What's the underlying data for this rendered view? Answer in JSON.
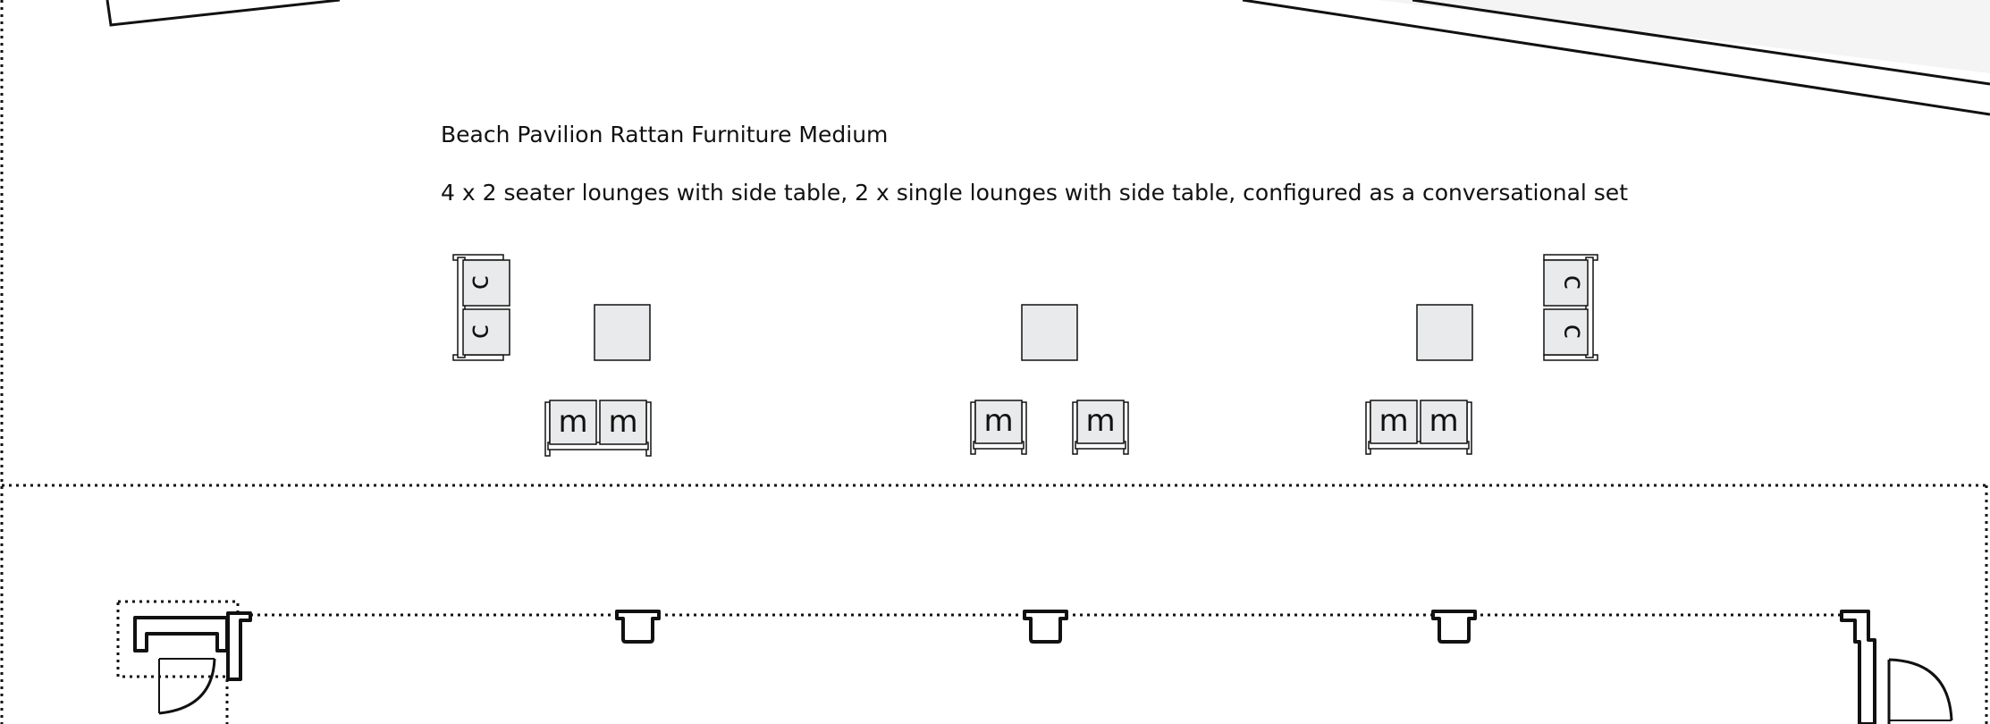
{
  "title": "Beach Pavilion Rattan Furniture Medium",
  "description": "4 x 2 seater lounges with side table, 2 x single lounges with side table, configured as a conversational set",
  "seat_letters": {
    "left_sofa": [
      "c",
      "c"
    ],
    "right_sofa": [
      "c",
      "c"
    ],
    "bottom_left_sofa": [
      "m",
      "m"
    ],
    "single_left": "m",
    "single_right": "m",
    "bottom_right_sofa": [
      "m",
      "m"
    ]
  },
  "colors": {
    "line": "#111111",
    "cushion_fill": "#e9eaeb",
    "roof_fill": "#f4f4f4",
    "background": "#ffffff"
  }
}
